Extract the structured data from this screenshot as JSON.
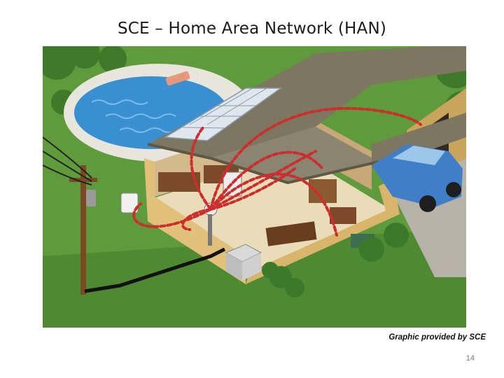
{
  "slide": {
    "title": "SCE – Home Area Network (HAN)",
    "credit": "Graphic provided by SCE",
    "page_number": "14"
  },
  "colors": {
    "grass": "#5f9a3c",
    "grass_dark": "#3e7a2a",
    "pool_water": "#3a8fd0",
    "roof": "#7d7660",
    "wall_cut": "#e0c07a",
    "car": "#3f7fc7",
    "network_line": "#cc2e2e"
  }
}
